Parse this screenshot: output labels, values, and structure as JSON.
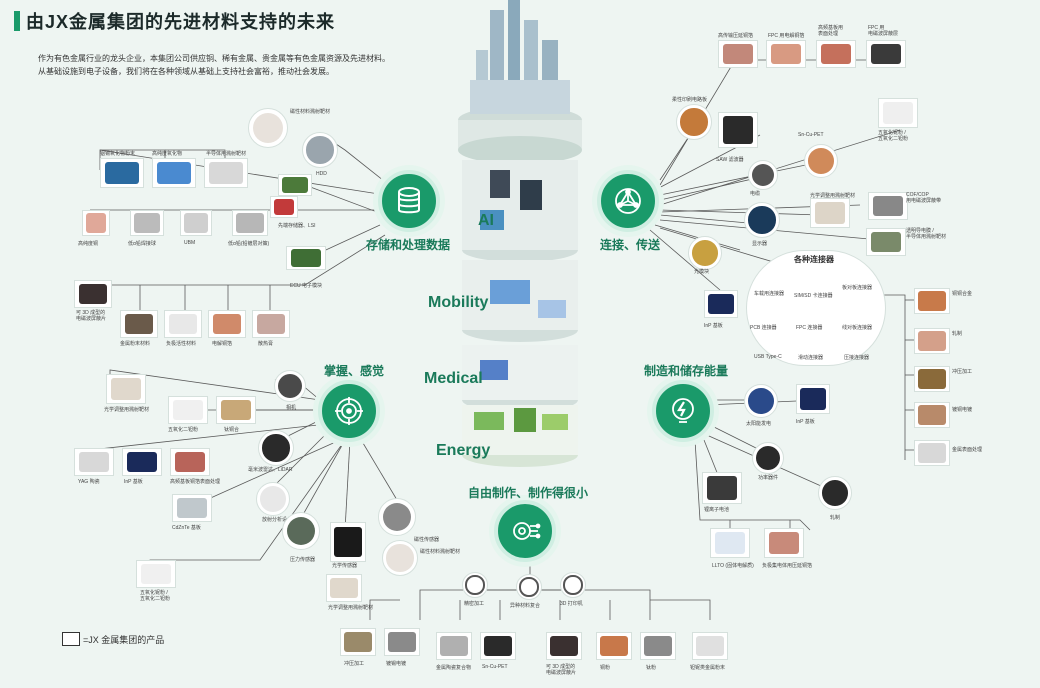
{
  "header": {
    "title": "由JX金属集团的先进材料支持的未来",
    "intro_line1": "作为有色金属行业的龙头企业，本集团公司供应铜、稀有金属、贵金属等有色金属资源及先进材料。",
    "intro_line2": "从基础设施到电子设备，我们将在各种领域从基础上支持社会富裕，推动社会发展。"
  },
  "tower_keywords": {
    "ai": "AI",
    "mobility": "Mobility",
    "medical": "Medical",
    "energy": "Energy"
  },
  "hubs": {
    "storage": "存储和处理数据",
    "connect": "连接、传送",
    "sense": "掌握、感觉",
    "power": "制造和储存能量",
    "create": "自由制作、制作得很小"
  },
  "storage_labels": {
    "magnetic_target": "磁性材料溅射靶材",
    "hdd": "HDD",
    "ito_powder": "铟锡氧化物粉末",
    "hf_oxide": "高纯度氧化物",
    "semi_target": "半导体用溅射靶材",
    "rolled_copper": "高纯度铜",
    "low_alpha": "低α铅焊接球",
    "ubm": "UBM",
    "copper_foil": "低α铅(铅镀层对策)",
    "storage_lsi": "先端存储器、LSI",
    "ecu": "ECU 电子模块",
    "fpc_3d": "可 3D 成型的\n电磁波屏蔽片",
    "metal_piece": "金属粉末材料",
    "cathode_mat": "负极活性材料",
    "electrolytic": "电解铜箔",
    "anti_static": "散热膏"
  },
  "connect_labels": {
    "hf_foil": "高传输压延铜箔",
    "fpc_foil": "FPC 用电解铜箔",
    "hp_foil": "高频基板用\n表面处理",
    "fpc_shield": "FPC 用\n电磁波屏蔽层",
    "flex_board": "柔性印刷电路板",
    "saw": "SAW 滤波器",
    "sn_cu_pet": "Sn-Cu-PET",
    "cable": "电缆",
    "zro2": "五氧化铌粉 /\n五氧化二钽粉",
    "optical_target": "光学调整用溅射靶材",
    "cof": "COF/COP\n用电磁波屏蔽带",
    "display": "显示器",
    "transparent": "透明导电膜 /\n半导体用溅射靶材",
    "transceiver": "光模块",
    "inp": "InP 基板",
    "connectors_title": "各种连接器",
    "conn_auto": "车载用连接器",
    "conn_sim": "SIM/SD 卡连接器",
    "conn_board": "板对板连接器",
    "conn_pcb": "PCB 连接器",
    "conn_fpc": "FPC 连接器",
    "conn_wire": "线对板连接器",
    "conn_usb": "USB Type-C",
    "conn_slide": "滑动连接器",
    "conn_press": "压接连接器",
    "bar_copper": "铜铜合金",
    "rolling": "轧制",
    "press": "冲压加工",
    "plating": "镀铜电镀",
    "recycle": "金属表面处理"
  },
  "sense_labels": {
    "optical_target": "光学调整用溅射靶材",
    "camera": "相机",
    "tantalum_oxide": "五氧化二钽粉",
    "titanium_copper": "钛铜合",
    "lidar": "毫米波雷达、LiDAR",
    "yag": "YAG 陶瓷",
    "inp": "InP 基板",
    "hp_foil_surface": "高频基板铜箔表面处理",
    "cdznte": "CdZnTe 基板",
    "radiation": "放射分析设备",
    "pressure": "压力传感器",
    "optical_sensor": "光学传感器",
    "magnetic_sensor": "磁性传感器",
    "magnetic_target": "磁性材料溅射靶材",
    "ta_powder": "五氧化铌粉 /\n五氧化二钽粉",
    "opt_target2": "光学调整用溅射靶材"
  },
  "power_labels": {
    "solar": "太阳能发电",
    "inp_board": "InP 基板",
    "power_module": "功率器件",
    "li_battery": "锂离子电池",
    "rolling": "轧制",
    "lltc": "LLTO (固体电解质)",
    "cathode": "负极集电体用压延铜箔"
  },
  "create_labels": {
    "micro": "精密加工",
    "composite": "异种材料复合",
    "print3d": "3D 打印机",
    "press": "冲压加工",
    "plating": "镀锡电镀",
    "ceramic": "金属陶瓷复合物",
    "sn_cu_pet": "Sn-Cu-PET",
    "fpc_3d": "可 3D 成型的\n电磁波屏蔽片",
    "powder": "铜粉",
    "micro_pow": "钛粉",
    "amorphous": "钽铌类金属粉末"
  },
  "legend": {
    "text": "=JX 金属集团的产品"
  },
  "colors": {
    "accent": "#1a9a6a",
    "hub_ring": "#cfeee2",
    "line": "#5a5a5a",
    "background": "#eef5f2"
  }
}
